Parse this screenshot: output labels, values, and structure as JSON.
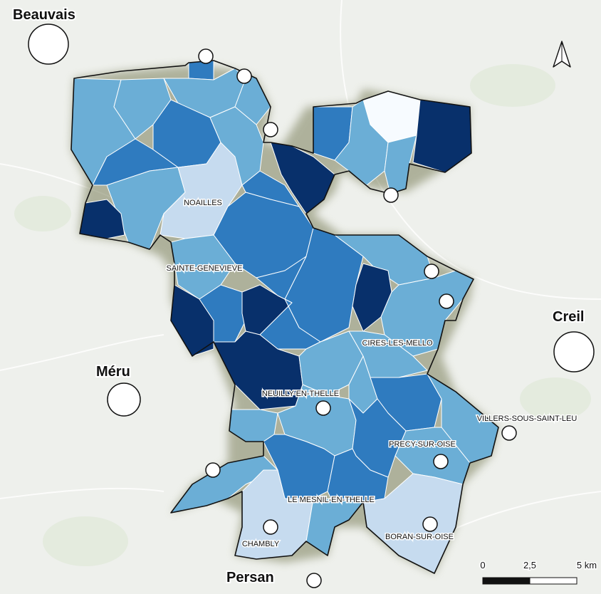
{
  "map": {
    "colors": {
      "class1": "#f7fbff",
      "class2": "#c6dbef",
      "class3": "#6baed6",
      "class4": "#2f7bbf",
      "class5": "#08306b",
      "outline": "#111111",
      "basemap": "#eef0ec"
    },
    "north_arrow": {
      "icon": "north-arrow-icon"
    },
    "scale_bar": {
      "labels": [
        "0",
        "2,5",
        "5 km"
      ]
    },
    "major_towns": [
      {
        "name": "Beauvais"
      },
      {
        "name": "Méru"
      },
      {
        "name": "Creil"
      },
      {
        "name": "Persan"
      }
    ],
    "commune_labels": [
      {
        "name": "NOAILLES"
      },
      {
        "name": "SAINTE-GENEVIEVE"
      },
      {
        "name": "CIRES-LES-MELLO"
      },
      {
        "name": "NEUILLY-EN-THELLE"
      },
      {
        "name": "VILLERS-SOUS-SAINT-LEU"
      },
      {
        "name": "PRECY-SUR-OISE"
      },
      {
        "name": "LE MESNIL-EN-THELLE"
      },
      {
        "name": "CHAMBLY"
      },
      {
        "name": "BORAN-SUR-OISE"
      }
    ]
  }
}
